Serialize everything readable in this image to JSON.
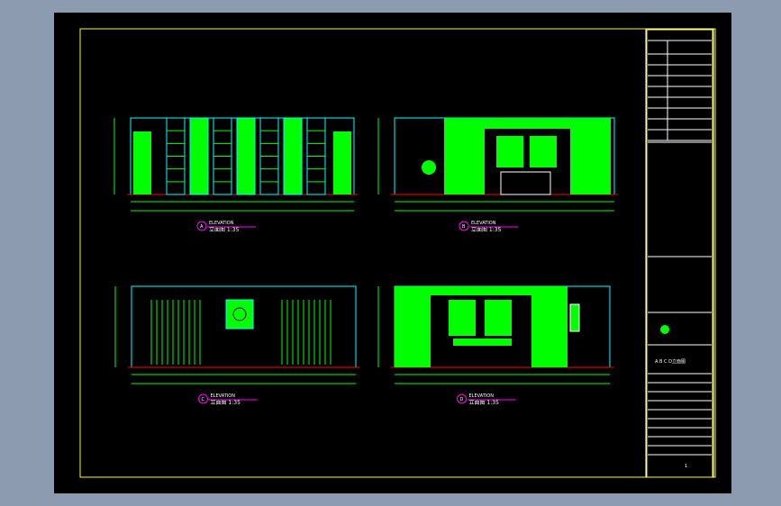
{
  "colors": {
    "frame": "#ffff00",
    "wall": "#00ffff",
    "fill": "#00ff00",
    "floor": "#ff0000",
    "tag": "#ff00ff",
    "line": "#ffffff"
  },
  "elevations": [
    {
      "letter": "A",
      "caption_en": "ELEVATION",
      "caption_cn": "立面图 1:35"
    },
    {
      "letter": "B",
      "caption_en": "ELEVATION",
      "caption_cn": "立面图 1:35"
    },
    {
      "letter": "C",
      "caption_en": "ELEVATION",
      "caption_cn": "立面图 1:35"
    },
    {
      "letter": "D",
      "caption_en": "ELEVATION",
      "caption_cn": "立面图 1:35"
    }
  ],
  "title_block": {
    "sheet_title": "A B C D立面图",
    "sheet_no": "1"
  }
}
